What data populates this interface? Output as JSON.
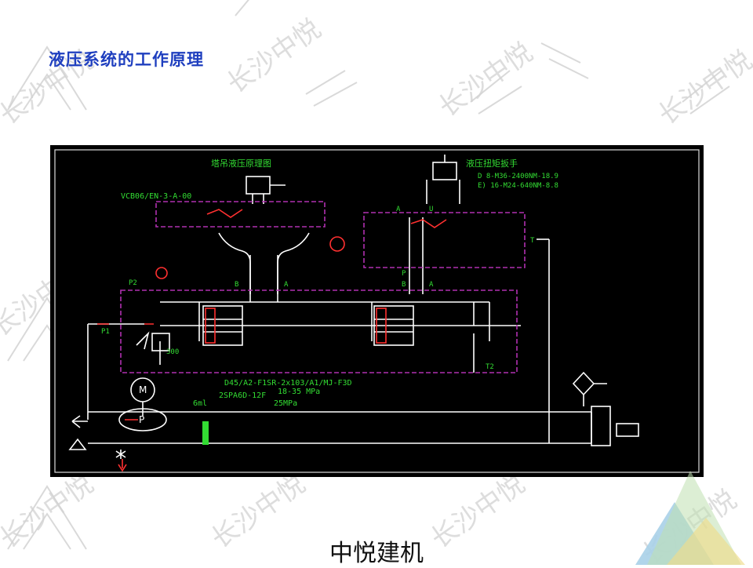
{
  "page": {
    "title": "液压系统的工作原理",
    "footer": "中悦建机",
    "watermark_text": "长沙中悦"
  },
  "diagram": {
    "title_left": "塔吊液压原理图",
    "title_right": "液压扭矩扳手",
    "spec_right_1": "D 8-M36-2400NM-18.9",
    "spec_right_2": "E) 16-M24-640NM-8.8",
    "valve_model_top": "VCB06/EN-3-A-00",
    "valve_model_bottom": "D45/A2-F1SR-2x103/A1/MJ-F3D",
    "pressure_range": "18-35 MPa",
    "pump_model": "2SPA6D-12F",
    "pump_flow": "6ml",
    "pump_pressure": "25MPa",
    "relief_label": "300",
    "motor_label": "M",
    "pump_label": "P",
    "port_p2": "P2",
    "port_p1": "P1",
    "port_t2": "T2",
    "port_b_left": "B",
    "port_a_left": "A",
    "port_b_right": "B",
    "port_a_right": "A",
    "port_p_right": "P",
    "port_t_right": "T",
    "port_a_top": "A",
    "port_u_top": "U",
    "colors": {
      "background": "#000000",
      "line": "#ffffff",
      "text": "#33dd33",
      "valve_box": "#b030b0",
      "accent": "#ff3030"
    }
  }
}
